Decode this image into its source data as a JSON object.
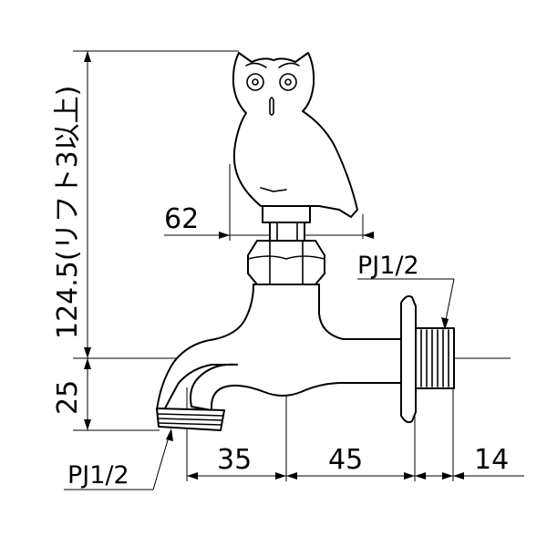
{
  "dimensions": {
    "top_width": "62",
    "height_total": "124.5(リフト3以上)",
    "height_spout": "25",
    "horiz_spout": "35",
    "horiz_body": "45",
    "horiz_thread": "14"
  },
  "labels": {
    "thread_outlet": "PJ1/2",
    "thread_inlet": "PJ1/2"
  }
}
